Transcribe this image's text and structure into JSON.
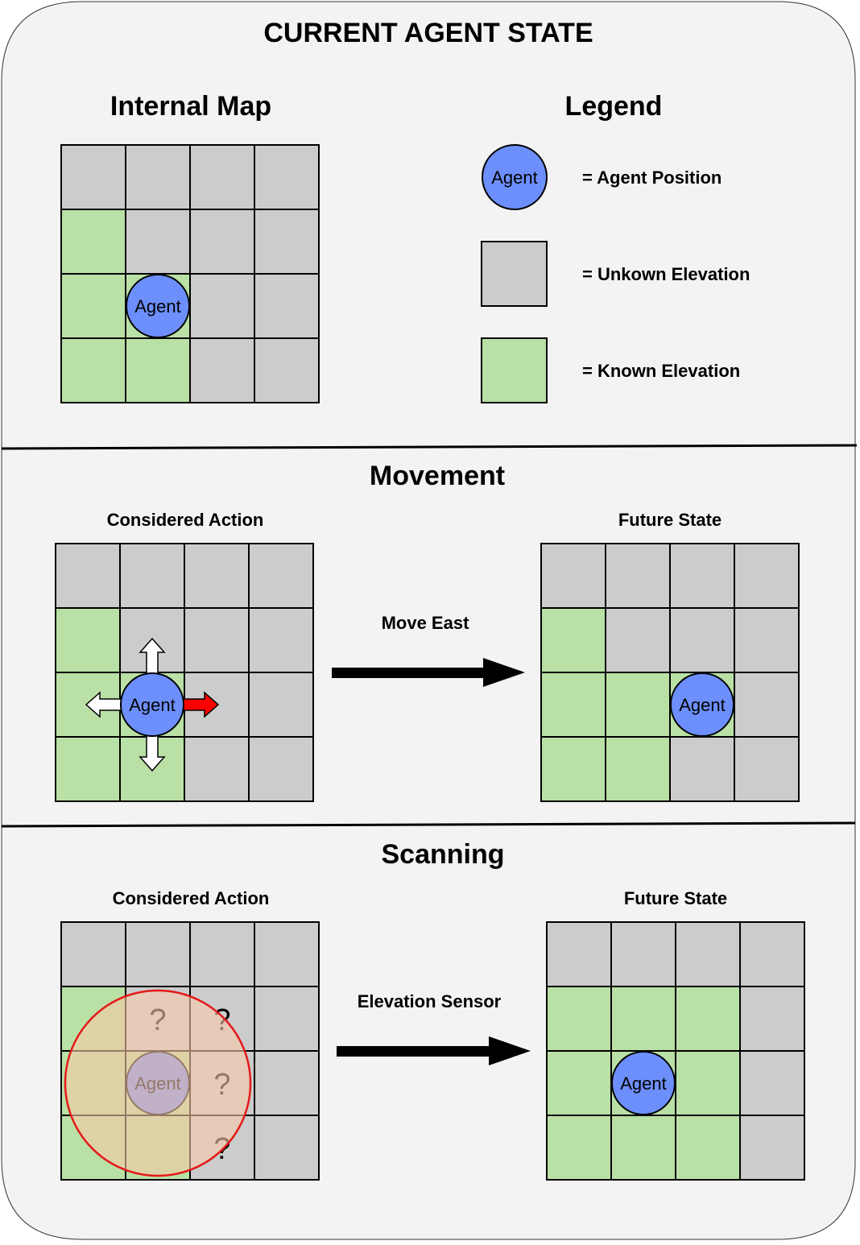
{
  "title": "CURRENT AGENT STATE",
  "internal_map": {
    "heading": "Internal Map",
    "grid": [
      [
        "unknown",
        "unknown",
        "unknown",
        "unknown"
      ],
      [
        "known",
        "unknown",
        "unknown",
        "unknown"
      ],
      [
        "known",
        "known",
        "unknown",
        "unknown"
      ],
      [
        "known",
        "known",
        "unknown",
        "unknown"
      ]
    ],
    "agent": {
      "row": 2,
      "col": 1
    }
  },
  "legend": {
    "heading": "Legend",
    "items": [
      {
        "symbol": "agent",
        "label": "= Agent Position"
      },
      {
        "symbol": "unknown",
        "label": "= Unkown Elevation"
      },
      {
        "symbol": "known",
        "label": "= Known Elevation"
      }
    ]
  },
  "agent_label": "Agent",
  "colors": {
    "unknown": "#cccccc",
    "known": "#b9e0a5",
    "agent": "#6d8ffb",
    "selected_arrow": "#ff0000",
    "scan_fill": "#f8c8a8",
    "scan_stroke": "#e31a1a",
    "panel": "#f3f3f3"
  },
  "movement": {
    "heading": "Movement",
    "considered_label": "Considered Action",
    "future_label": "Future State",
    "action_label": "Move East",
    "considered_grid": [
      [
        "unknown",
        "unknown",
        "unknown",
        "unknown"
      ],
      [
        "known",
        "unknown",
        "unknown",
        "unknown"
      ],
      [
        "known",
        "known",
        "unknown",
        "unknown"
      ],
      [
        "known",
        "known",
        "unknown",
        "unknown"
      ]
    ],
    "considered_agent": {
      "row": 2,
      "col": 1
    },
    "arrows": [
      {
        "direction": "north",
        "selected": false
      },
      {
        "direction": "west",
        "selected": false
      },
      {
        "direction": "east",
        "selected": true
      },
      {
        "direction": "south",
        "selected": false
      }
    ],
    "future_grid": [
      [
        "unknown",
        "unknown",
        "unknown",
        "unknown"
      ],
      [
        "known",
        "unknown",
        "unknown",
        "unknown"
      ],
      [
        "known",
        "known",
        "known",
        "unknown"
      ],
      [
        "known",
        "known",
        "unknown",
        "unknown"
      ]
    ],
    "future_agent": {
      "row": 2,
      "col": 2
    }
  },
  "scanning": {
    "heading": "Scanning",
    "considered_label": "Considered Action",
    "future_label": "Future State",
    "action_label": "Elevation Sensor",
    "considered_grid": [
      [
        "unknown",
        "unknown",
        "unknown",
        "unknown"
      ],
      [
        "known",
        "unknown",
        "unknown",
        "unknown"
      ],
      [
        "known",
        "known",
        "unknown",
        "unknown"
      ],
      [
        "known",
        "known",
        "unknown",
        "unknown"
      ]
    ],
    "considered_agent": {
      "row": 2,
      "col": 1
    },
    "question_mark": "?",
    "question_cells": [
      [
        1,
        1
      ],
      [
        1,
        2
      ],
      [
        2,
        2
      ],
      [
        3,
        2
      ]
    ],
    "future_grid": [
      [
        "unknown",
        "unknown",
        "unknown",
        "unknown"
      ],
      [
        "known",
        "known",
        "known",
        "unknown"
      ],
      [
        "known",
        "known",
        "known",
        "unknown"
      ],
      [
        "known",
        "known",
        "known",
        "unknown"
      ]
    ],
    "future_agent": {
      "row": 2,
      "col": 1
    }
  }
}
